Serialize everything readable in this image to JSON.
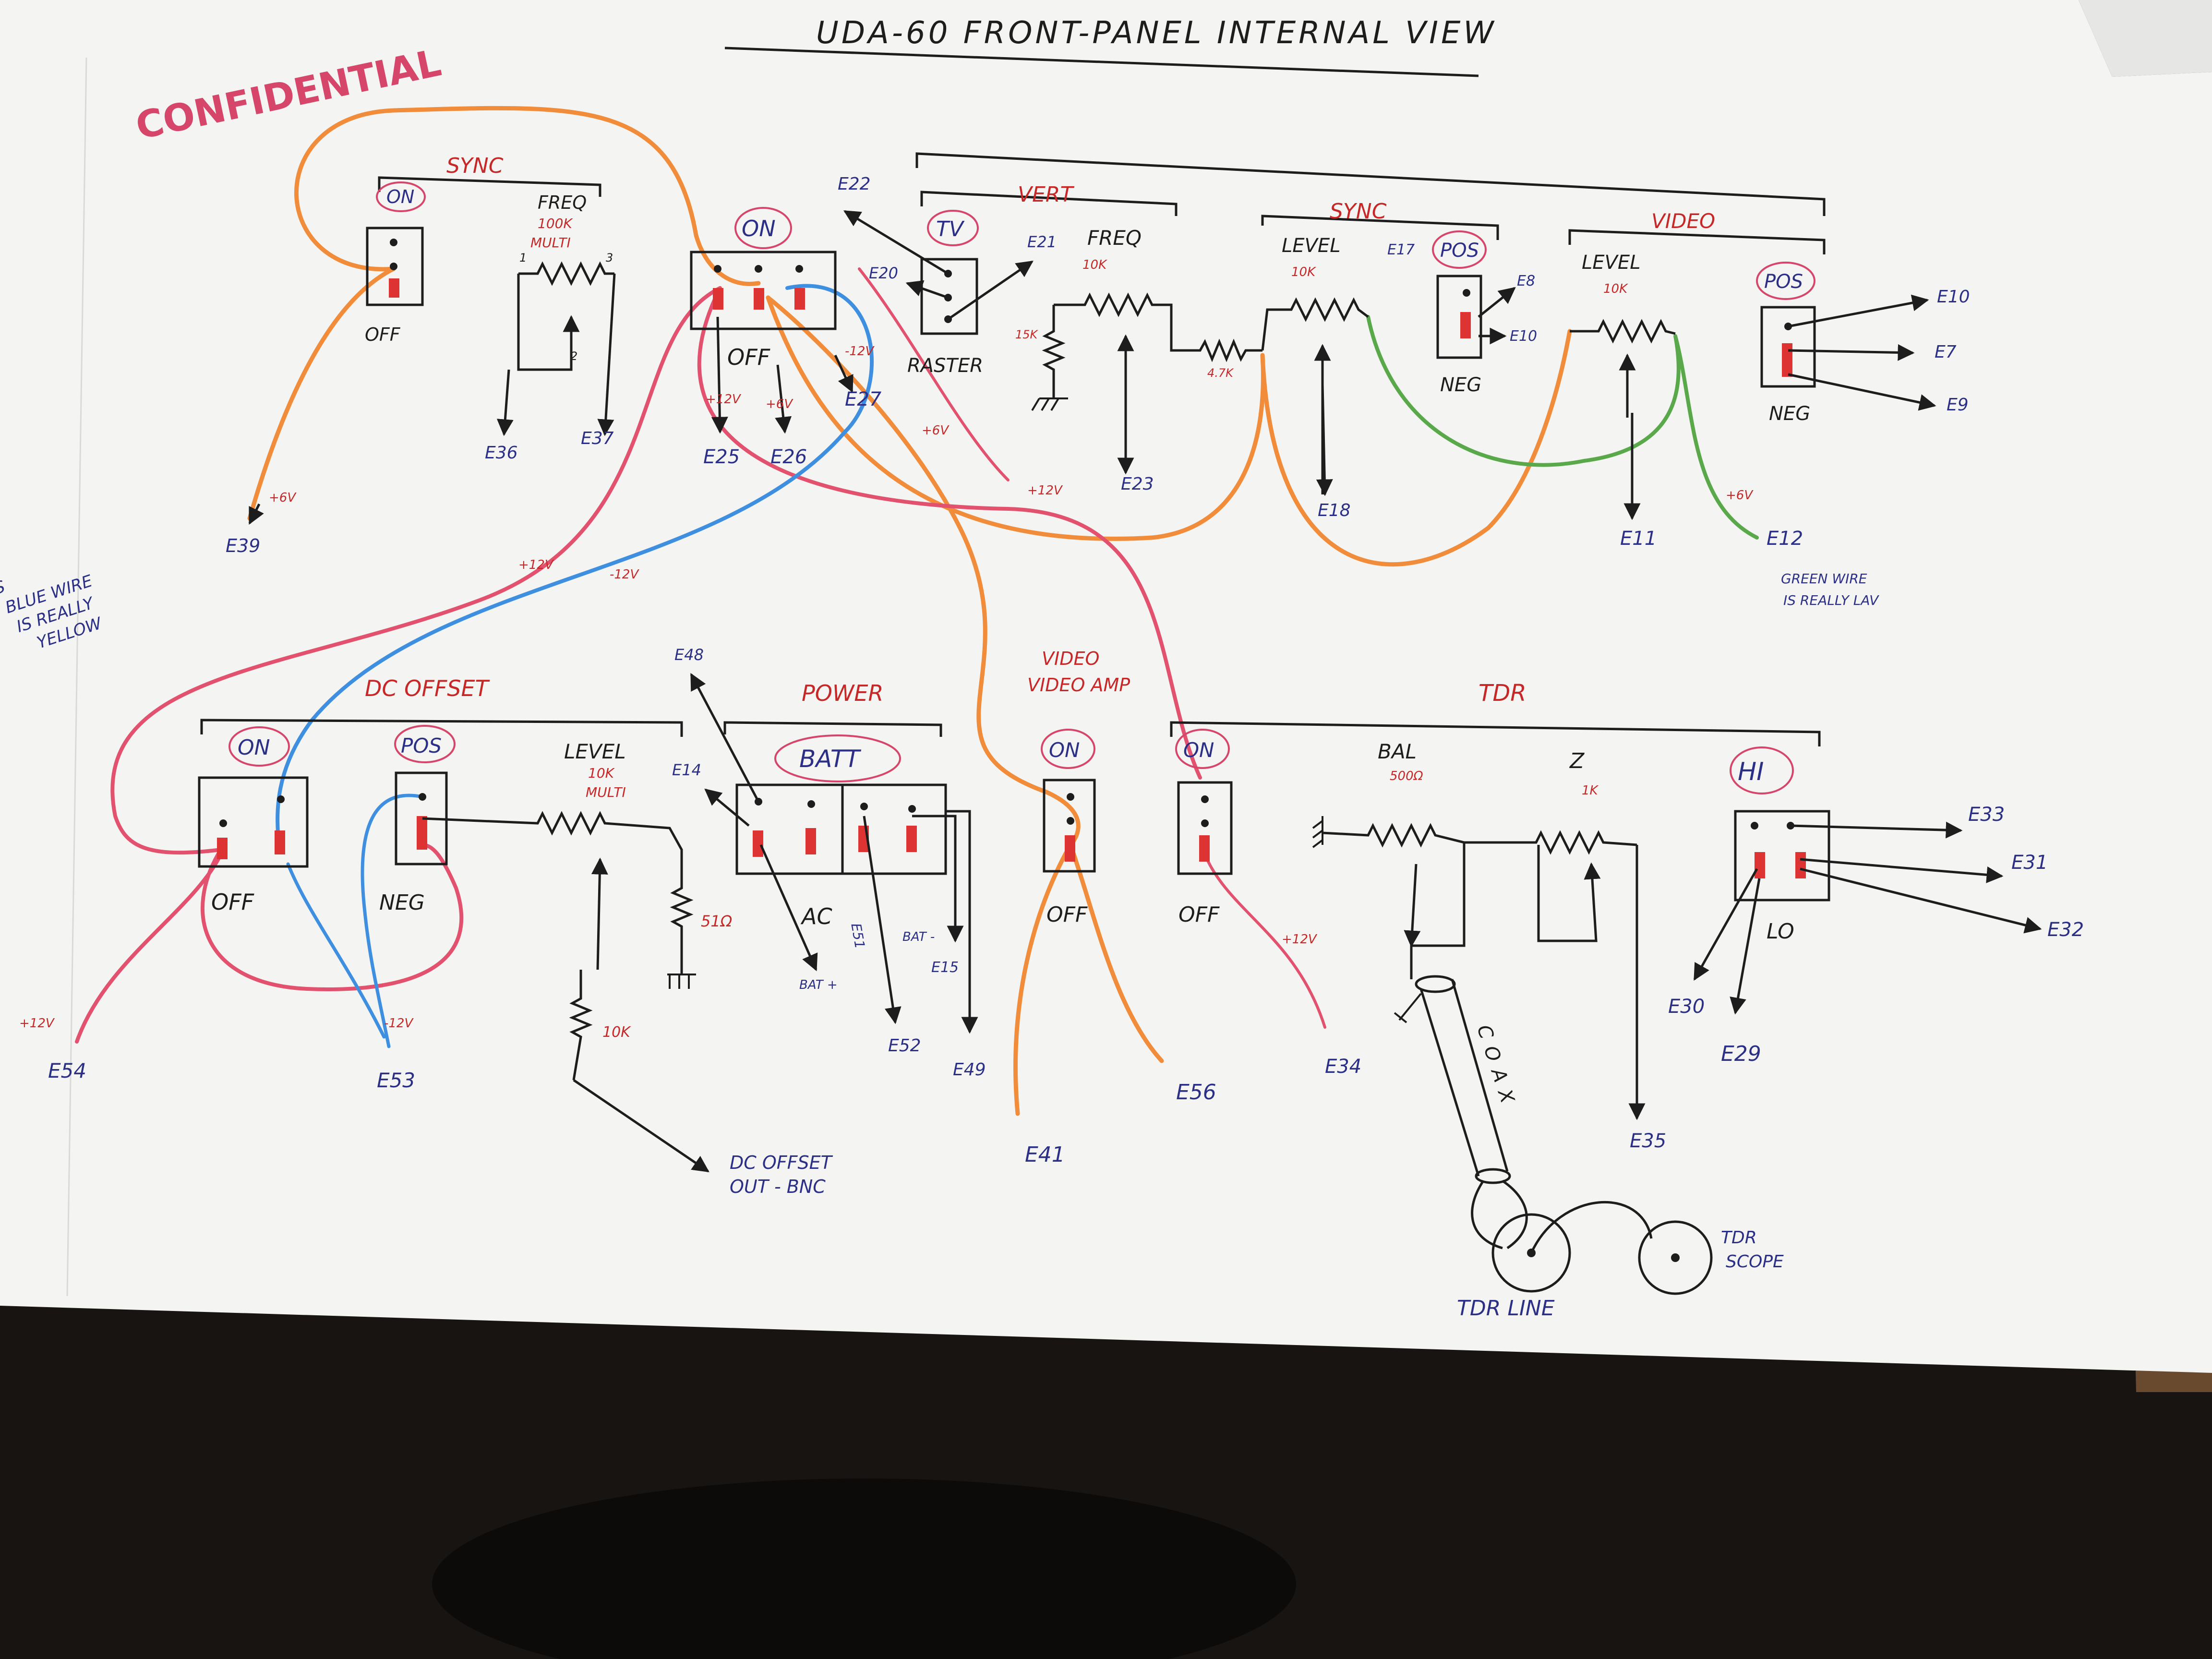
{
  "title": "UDA-60   FRONT-PANEL   INTERNAL VIEW",
  "stamp": "CONFIDENTIAL",
  "colors": {
    "paper": "#f4f4f2",
    "ink_blue": "#2b2f86",
    "ink_black": "#1d1d1d",
    "ink_red": "#c62828",
    "wire_orange": "#f08c3a",
    "wire_red": "#e2526e",
    "wire_blue": "#3f8fe0",
    "wire_green": "#59a84a",
    "desk": "#6a4a2e"
  },
  "side_note": [
    "IS",
    "BLUE WIRE",
    "IS REALLY",
    "YELLOW"
  ],
  "sections": {
    "sync_top": {
      "label": "SYNC",
      "on": "ON",
      "off": "OFF",
      "freq": "FREQ",
      "freq_val": "100K",
      "freq_type": "MULTI",
      "pin1": "1",
      "pin3": "3",
      "pin2": "2",
      "e39": "E39",
      "e36": "E36",
      "e37": "E37",
      "v6": "+6V"
    },
    "main_switch": {
      "on": "ON",
      "off": "OFF",
      "e25": "E25",
      "e26": "E26",
      "e27": "E27",
      "v12": "+12V",
      "v6": "+6V",
      "vn12": "-12V",
      "v6b": "+6V"
    },
    "vert": {
      "label": "VERT",
      "tv": "TV",
      "raster": "RASTER",
      "freq": "FREQ",
      "freq_val": "10K",
      "r15": "15K",
      "r47": "4.7K",
      "e20": "E20",
      "e21": "E21",
      "e22": "E22",
      "e23": "E23"
    },
    "sync": {
      "label": "SYNC",
      "level": "LEVEL",
      "level_val": "10K",
      "pos": "POS",
      "neg": "NEG",
      "e17": "E17",
      "e8": "E8",
      "e10": "E10",
      "e18": "E18"
    },
    "video": {
      "label": "VIDEO",
      "level": "LEVEL",
      "level_val": "10K",
      "pos": "POS",
      "neg": "NEG",
      "e10": "E10",
      "e7": "E7",
      "e9": "E9",
      "e11": "E11",
      "e12": "E12",
      "v6": "+6V",
      "note": [
        "GREEN WIRE",
        "IS REALLY LAV"
      ]
    },
    "dc_offset": {
      "label": "DC OFFSET",
      "on": "ON",
      "off": "OFF",
      "pos": "POS",
      "neg": "NEG",
      "level": "LEVEL",
      "level_val": "10K",
      "level_type": "MULTI",
      "r51": "51Ω",
      "r10k": "10K",
      "e54": "E54",
      "e53": "E53",
      "v12": "+12V",
      "vn12": "-12V",
      "out": [
        "DC OFFSET",
        "OUT - BNC"
      ]
    },
    "power": {
      "label": "POWER",
      "batt": "BATT",
      "ac": "AC",
      "e48": "E48",
      "e14": "E14",
      "e51": "E51",
      "e52": "E52",
      "e49": "E49",
      "e15": "E15",
      "bat_pos": "BAT +",
      "bat_neg": "BAT -"
    },
    "video_amp": {
      "label": "VIDEO AMP",
      "on": "ON",
      "off": "OFF",
      "e41": "E41",
      "e56": "E56"
    },
    "tdr": {
      "label": "TDR",
      "on": "ON",
      "off": "OFF",
      "bal": "BAL",
      "bal_val": "500Ω",
      "z": "Z",
      "z_val": "1K",
      "hi": "HI",
      "lo": "LO",
      "coax": "COAX",
      "e34": "E34",
      "e35": "E35",
      "e33": "E33",
      "e31": "E31",
      "e32": "E32",
      "e30": "E30",
      "e29": "E29",
      "line": "TDR LINE",
      "scope": [
        "TDR",
        "SCOPE"
      ],
      "v12": "+12V"
    },
    "wire_labels": {
      "v12a": "+12V",
      "v12b": "+12V",
      "vn12": "-12V"
    }
  }
}
